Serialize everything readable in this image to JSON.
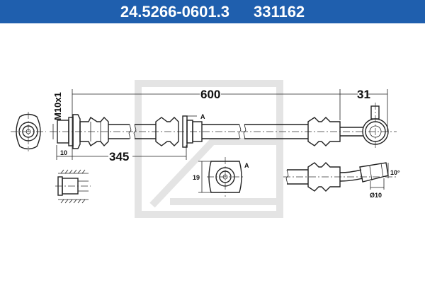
{
  "header": {
    "part_number": "24.5266-0601.3",
    "article_number": "331162",
    "background_color": "#1f5fae"
  },
  "drawing": {
    "subject": "brake-hose",
    "dimensions": {
      "overall_length": "600",
      "banjo_offset": "31",
      "thread": "M10x1",
      "thread_length": "10",
      "bracket_position": "345",
      "bracket_width": "19",
      "bend_angle": "10°",
      "fitting_diameter": "Ø10"
    },
    "view_markers": {
      "section_a_arrow": "A",
      "view_a_label": "A"
    },
    "watermark": "ATE"
  }
}
